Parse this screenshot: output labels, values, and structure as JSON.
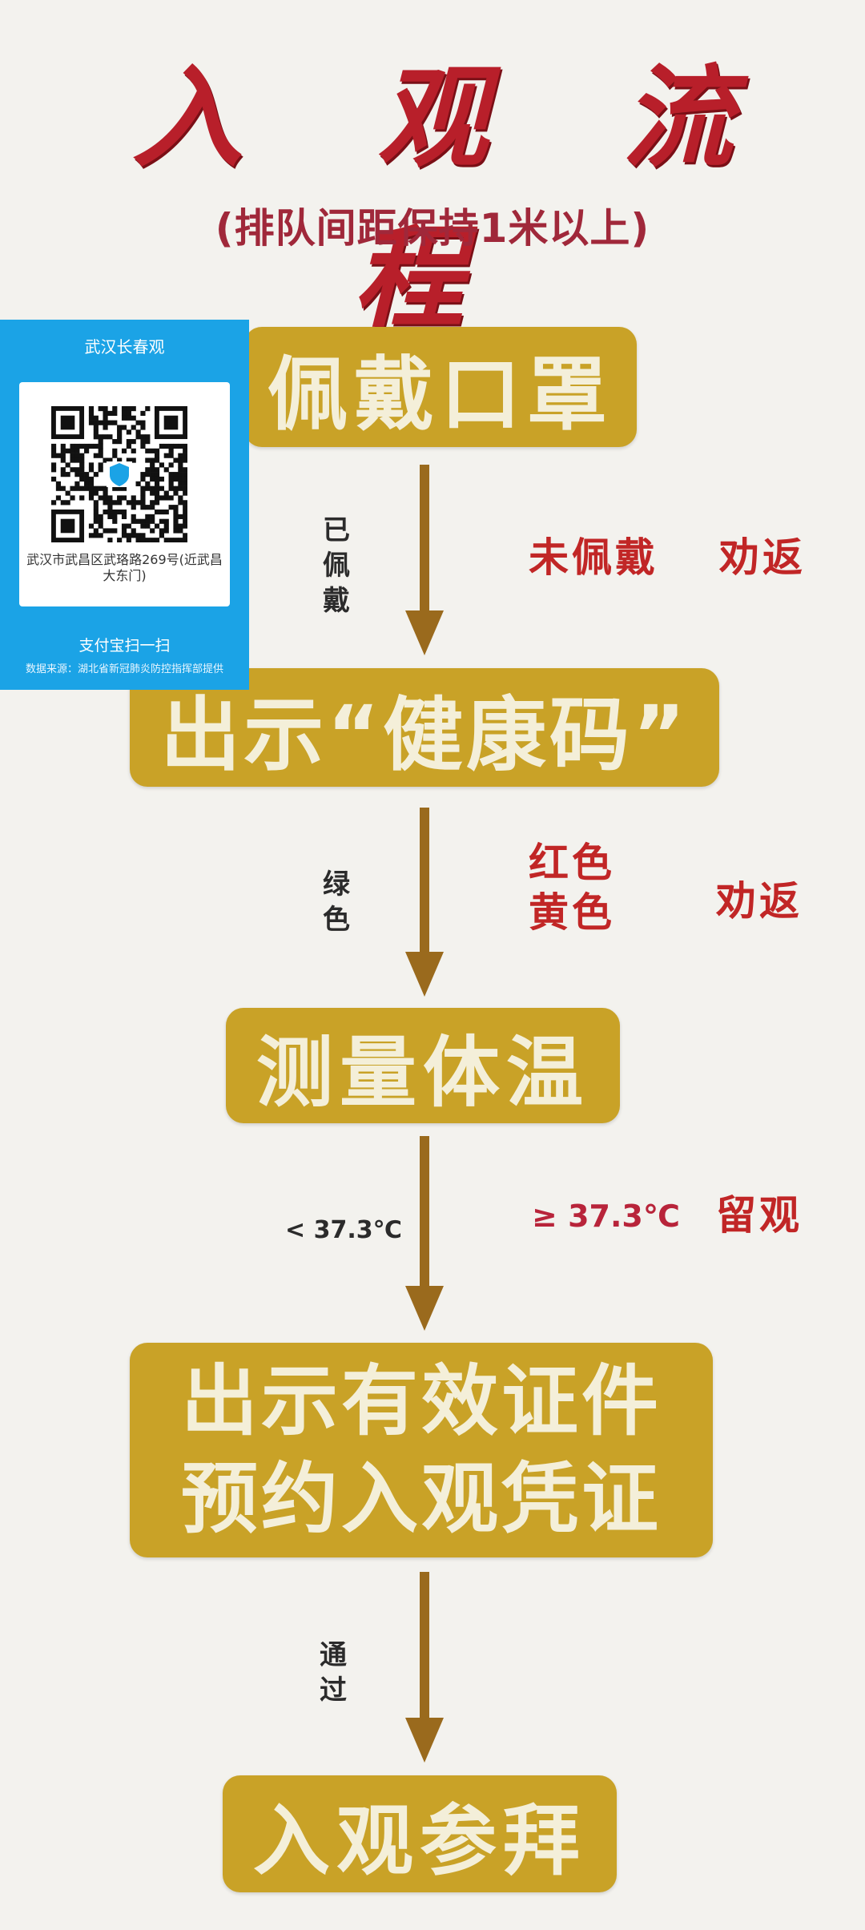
{
  "title": "入 观 流 程",
  "subtitle": "(排队间距保持1米以上)",
  "steps": {
    "step1": "佩戴口罩",
    "step2": "出示“健康码”",
    "step3": "测量体温",
    "step4_line1": "出示有效证件",
    "step4_line2": "预约入观凭证",
    "step5": "入观参拜"
  },
  "conditions": {
    "pass1": "已佩戴",
    "fail1_cond": "未佩戴",
    "fail1_action": "劝返",
    "pass2": "绿色",
    "fail2_cond_line1": "红色",
    "fail2_cond_line2": "黄色",
    "fail2_action": "劝返",
    "pass3": "< 37.3℃",
    "fail3_cond": "≥ 37.3℃",
    "fail3_action": "留观",
    "pass4": "通过"
  },
  "qr_card": {
    "title": "武汉长春观",
    "address": "武汉市武昌区武珞路269号(近武昌大东门)",
    "scan_label": "支付宝扫一扫",
    "source": "数据来源：湖北省新冠肺炎防控指挥部提供",
    "badge_icon": "shield-icon"
  },
  "colors": {
    "box": "#c9a227",
    "title": "#b81f2a",
    "reject": "#c12626",
    "arrow": "#9a6a1d",
    "qr_card": "#1ba3e6"
  }
}
